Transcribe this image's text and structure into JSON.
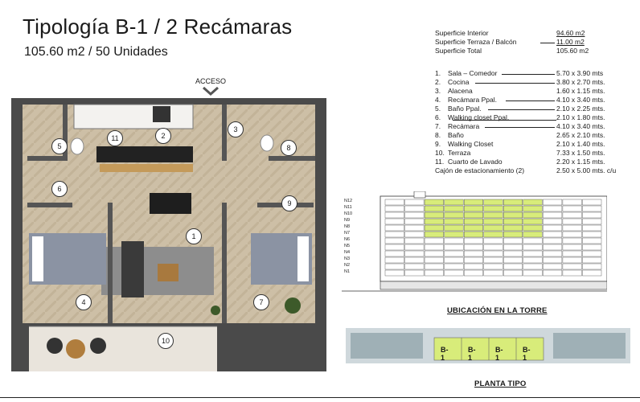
{
  "header": {
    "title": "Tipología B-1 / 2 Recámaras",
    "subtitle": "105.60 m2 / 50 Unidades"
  },
  "areas": [
    {
      "label": "Superficie Interior",
      "value": "94.60 m2",
      "underline": true
    },
    {
      "label": "Superficie Terraza / Balcón",
      "value": "11.00 m2",
      "underline": true
    },
    {
      "label": "Superficie Total",
      "value": "105.60 m2",
      "underline": false
    }
  ],
  "rooms": [
    {
      "num": "1.",
      "name": "Sala – Comedor",
      "value": "5.70 x 3.90 mts"
    },
    {
      "num": "2.",
      "name": "Cocina",
      "value": "3.80 x 2.70 mts."
    },
    {
      "num": "3.",
      "name": "Alacena",
      "value": "1.60 x 1.15 mts."
    },
    {
      "num": "4.",
      "name": "Recámara Ppal.",
      "value": "4.10 x 3.40 mts."
    },
    {
      "num": "5.",
      "name": "Baño Ppal.",
      "value": "2.10 x 2.25 mts."
    },
    {
      "num": "6.",
      "name": "Walking closet Ppal.",
      "value": "2.10 x 1.80 mts."
    },
    {
      "num": "7.",
      "name": "Recámara",
      "value": "4.10 x 3.40 mts."
    },
    {
      "num": "8.",
      "name": "Baño",
      "value": "2.65 x 2.10 mts."
    },
    {
      "num": "9.",
      "name": "Walking Closet",
      "value": "2.10 x 1.40 mts."
    },
    {
      "num": "10.",
      "name": "Terraza",
      "value": "7.33 x 1.50 mts."
    },
    {
      "num": "11.",
      "name": "Cuarto de Lavado",
      "value": "2.20 x 1.15 mts."
    },
    {
      "num": "",
      "name": "Cajón de estacionamiento (2)",
      "value": "2.50 x 5.00 mts. c/u"
    }
  ],
  "plan": {
    "entrance_label": "ACCESO",
    "markers": [
      "1",
      "2",
      "3",
      "4",
      "5",
      "6",
      "7",
      "8",
      "9",
      "10",
      "11"
    ]
  },
  "tower": {
    "floor_labels": [
      "N12",
      "N11",
      "N10",
      "N9",
      "N8",
      "N7",
      "N6",
      "N5",
      "N4",
      "N3",
      "N2",
      "N1"
    ],
    "caption": "UBICACIÓN EN LA TORRE",
    "highlight_color": "#d8ec7a"
  },
  "typical_floor": {
    "unit_labels": [
      "B-1",
      "B-1",
      "B-1",
      "B-1"
    ],
    "caption": "PLANTA TIPO",
    "highlight_color": "#d8ec7a"
  }
}
